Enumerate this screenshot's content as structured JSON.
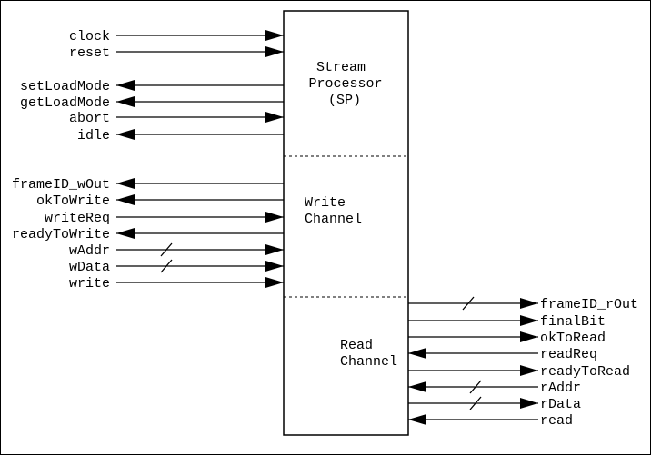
{
  "diagram": {
    "block": {
      "title_lines": [
        "Stream",
        "Processor",
        "(SP)"
      ],
      "sections": [
        {
          "id": "write",
          "lines": [
            "Write",
            "Channel"
          ]
        },
        {
          "id": "read",
          "lines": [
            "Read",
            "Channel"
          ]
        }
      ]
    },
    "left_signals": [
      {
        "id": "clock",
        "label": "clock",
        "direction": "in",
        "bus": false
      },
      {
        "id": "reset",
        "label": "reset",
        "direction": "in",
        "bus": false
      },
      {
        "id": "setLoadMode",
        "label": "setLoadMode",
        "direction": "out",
        "bus": false
      },
      {
        "id": "getLoadMode",
        "label": "getLoadMode",
        "direction": "out",
        "bus": false
      },
      {
        "id": "abort",
        "label": "abort",
        "direction": "in",
        "bus": false
      },
      {
        "id": "idle",
        "label": "idle",
        "direction": "out",
        "bus": false
      },
      {
        "id": "frameID_wOut",
        "label": "frameID_wOut",
        "direction": "out",
        "bus": false
      },
      {
        "id": "okToWrite",
        "label": "okToWrite",
        "direction": "out",
        "bus": false
      },
      {
        "id": "writeReq",
        "label": "writeReq",
        "direction": "in",
        "bus": false
      },
      {
        "id": "readyToWrite",
        "label": "readyToWrite",
        "direction": "out",
        "bus": false
      },
      {
        "id": "wAddr",
        "label": "wAddr",
        "direction": "in",
        "bus": true
      },
      {
        "id": "wData",
        "label": "wData",
        "direction": "in",
        "bus": true
      },
      {
        "id": "write",
        "label": "write",
        "direction": "in",
        "bus": false
      }
    ],
    "right_signals": [
      {
        "id": "frameID_rOut",
        "label": "frameID_rOut",
        "direction": "out",
        "bus": true
      },
      {
        "id": "finalBit",
        "label": "finalBit",
        "direction": "out",
        "bus": false
      },
      {
        "id": "okToRead",
        "label": "okToRead",
        "direction": "out",
        "bus": false
      },
      {
        "id": "readReq",
        "label": "readReq",
        "direction": "in",
        "bus": false
      },
      {
        "id": "readyToRead",
        "label": "readyToRead",
        "direction": "out",
        "bus": false
      },
      {
        "id": "rAddr",
        "label": "rAddr",
        "direction": "in",
        "bus": true
      },
      {
        "id": "rData",
        "label": "rData",
        "direction": "out",
        "bus": true
      },
      {
        "id": "read",
        "label": "read",
        "direction": "in",
        "bus": false
      }
    ]
  }
}
